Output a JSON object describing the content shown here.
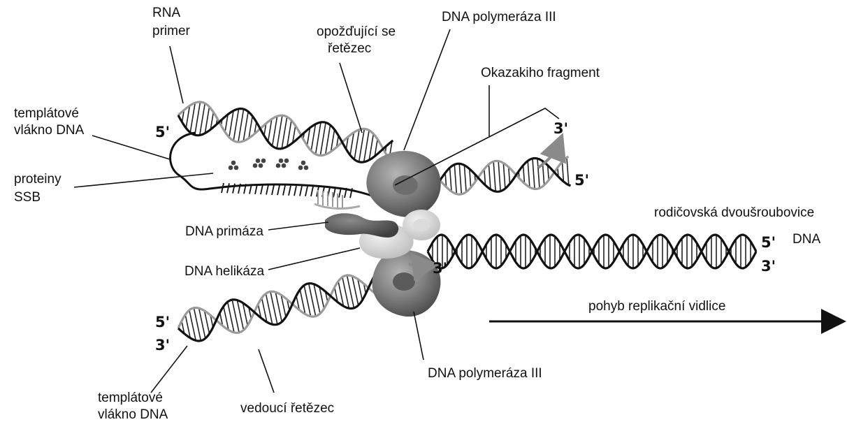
{
  "labels": {
    "rna_primer_1": "RNA",
    "rna_primer_2": "primer",
    "lagging_strand_1": "opožďující se",
    "lagging_strand_2": "řetězec",
    "dna_polymerase_top": "DNA polymeráza III",
    "okazaki_fragment": "Okazakiho fragment",
    "template_top_1": "templátové",
    "template_top_2": "vlákno DNA",
    "ssb_1": "proteiny",
    "ssb_2": "SSB",
    "primase": "DNA primáza",
    "helicase": "DNA helikáza",
    "parent_helix_1": "rodičovská dvoušroubovice",
    "parent_helix_2": "DNA",
    "fork_movement": "pohyb replikační vidlice",
    "dna_polymerase_bottom": "DNA polymeráza III",
    "template_bottom_1": "templátové",
    "template_bottom_2": "vlákno DNA",
    "leading_strand": "vedoucí řetězec"
  },
  "ends": {
    "lagging_5": "5'",
    "okazaki_3": "3'",
    "okazaki_5": "5'",
    "parent_5": "5'",
    "parent_3": "3'",
    "center_3": "3'",
    "bottom_5": "5'",
    "bottom_3": "3'"
  },
  "colors": {
    "ink": "#111111",
    "new_strand_grey": "#9a9a9a",
    "enzyme_dark": "#5e5e5e",
    "enzyme_mid": "#8c8c8c",
    "enzyme_light": "#d2d2d2"
  }
}
